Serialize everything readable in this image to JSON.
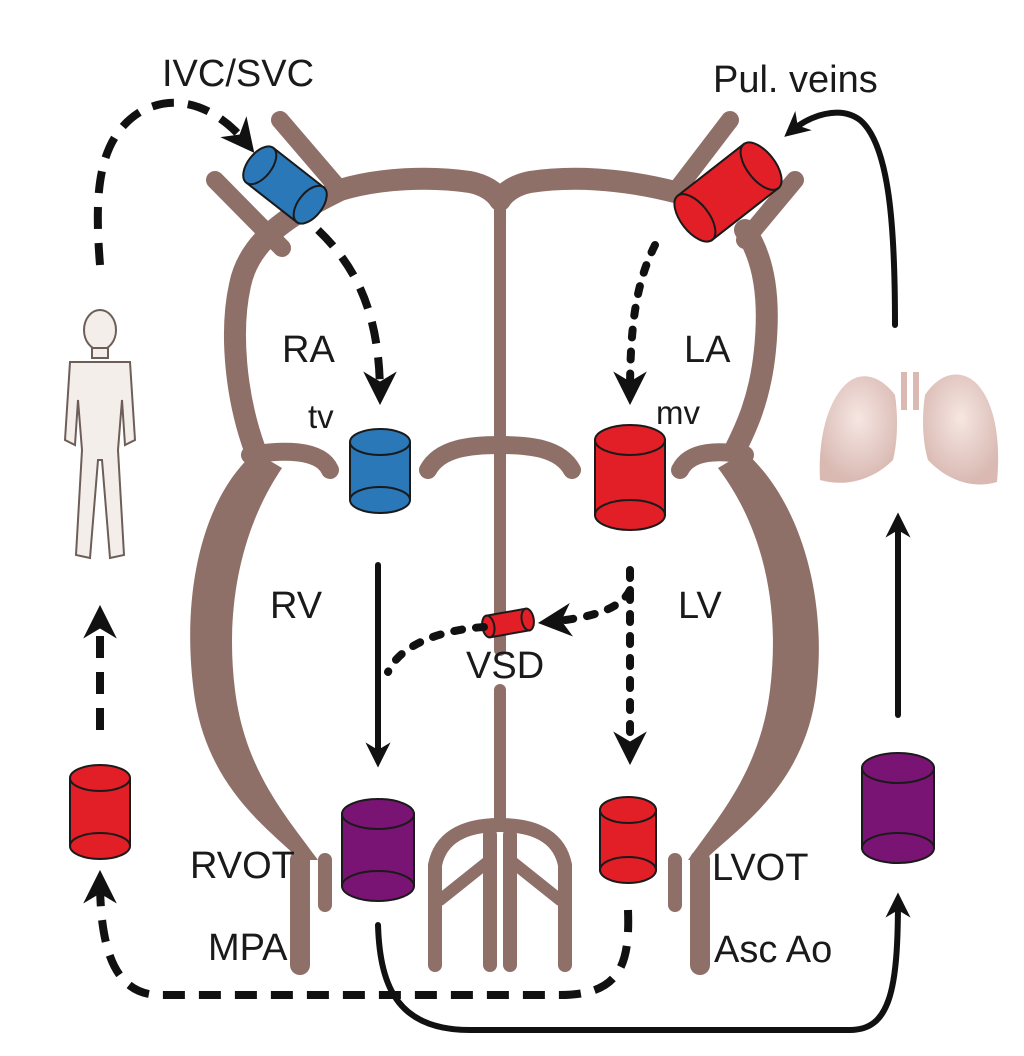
{
  "labels": {
    "ivc_svc": "IVC/SVC",
    "pul_veins": "Pul. veins",
    "ra": "RA",
    "la": "LA",
    "tv": "tv",
    "mv": "mv",
    "rv": "RV",
    "lv": "LV",
    "vsd": "VSD",
    "rvot": "RVOT",
    "lvot": "LVOT",
    "mpa": "MPA",
    "asc_ao": "Asc Ao"
  },
  "colors": {
    "venous_blue": "#2a78b8",
    "arterial_red": "#e21e26",
    "mixed_purple": "#7a1474",
    "heart_wall": "#8f7068",
    "body_fill": "#f4eeea",
    "lung_fill": "#e7cfc9"
  }
}
